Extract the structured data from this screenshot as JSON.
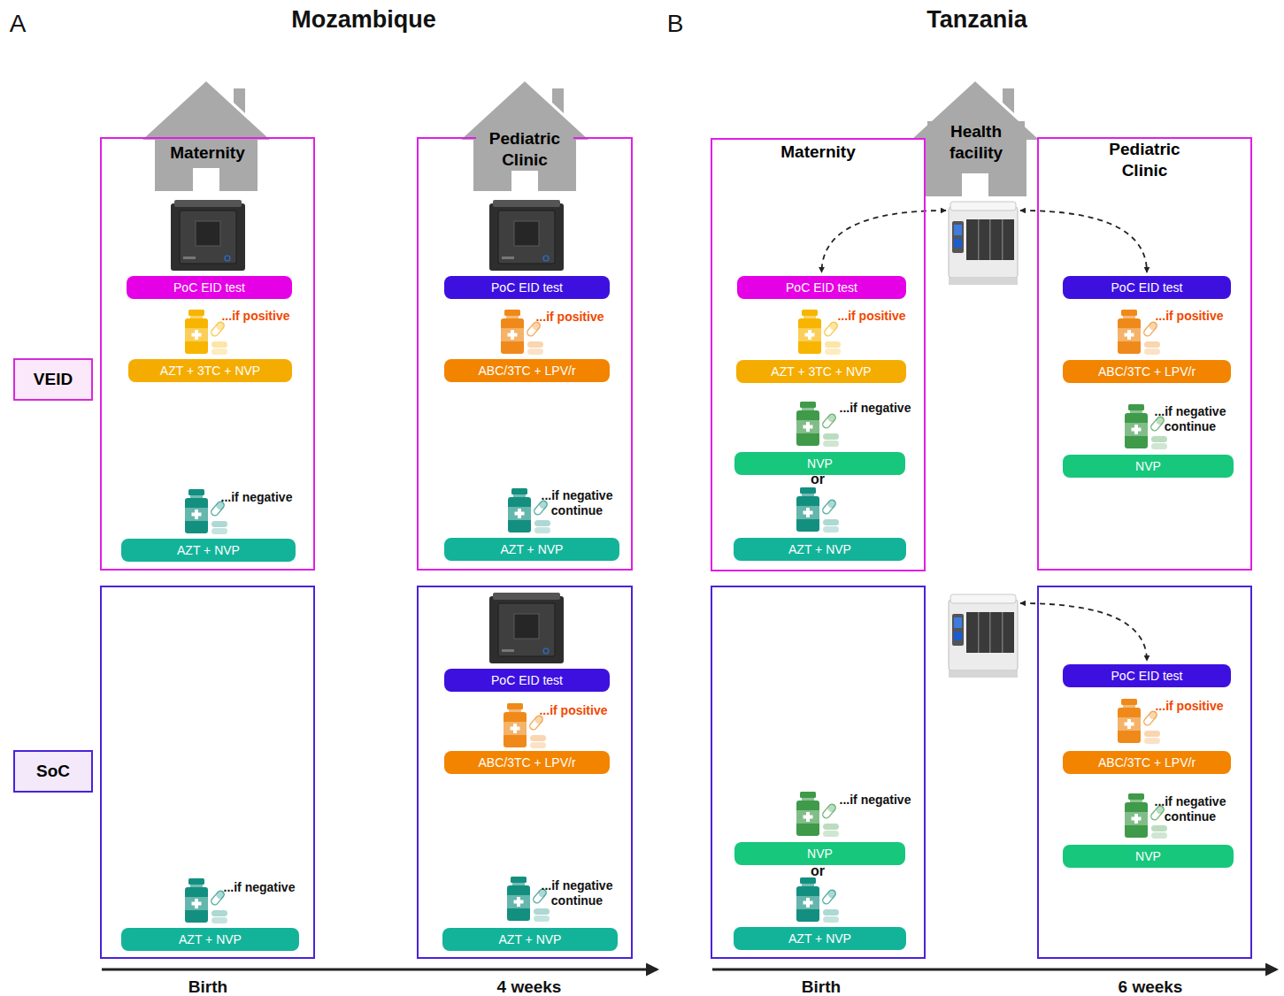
{
  "diagram": {
    "nodes": [
      {
        "text": [
          "VEID"
        ]
      },
      {
        "text": [
          "SoC"
        ]
      },
      {
        "text": [
          "Maternity"
        ]
      },
      {
        "text": [
          "PoC EID test"
        ],
        "in": 2
      },
      {
        "text": [
          "AZT + 3TC + NVP"
        ],
        "in": 2
      },
      {
        "text": [
          "AZT + NVP"
        ],
        "in": 2
      },
      {
        "text": [
          "Pediatric Clinic"
        ]
      },
      {
        "text": [
          "PoC EID test"
        ],
        "in": 6
      },
      {
        "text": [
          "ABC/3TC + LPV/r"
        ],
        "in": 6
      },
      {
        "text": [
          "AZT + NVP"
        ],
        "in": 6
      },
      {
        "text": []
      },
      {
        "text": [
          "AZT + NVP"
        ],
        "in": 10
      },
      {
        "text": []
      },
      {
        "text": [
          "PoC EID test"
        ],
        "in": 12
      },
      {
        "text": [
          "ABC/3TC + LPV/r"
        ],
        "in": 12
      },
      {
        "text": [
          "AZT + NVP"
        ],
        "in": 12
      },
      {
        "text": [
          "Maternity"
        ]
      },
      {
        "text": [
          "PoC EID test"
        ],
        "in": 16
      },
      {
        "text": [
          "AZT + 3TC + NVP"
        ],
        "in": 16
      },
      {
        "text": [
          "NVP"
        ],
        "in": 16
      },
      {
        "text": [
          "AZT + NVP"
        ],
        "in": 16
      },
      {
        "text": [
          "Health facility"
        ]
      },
      {
        "text": []
      },
      {
        "text": [
          "Pediatric Clinic"
        ]
      },
      {
        "text": [
          "PoC EID test"
        ],
        "in": 23
      },
      {
        "text": [
          "ABC/3TC + LPV/r"
        ],
        "in": 23
      },
      {
        "text": [
          "NVP"
        ],
        "in": 23
      },
      {
        "text": []
      },
      {
        "text": [
          "NVP"
        ],
        "in": 27
      },
      {
        "text": [
          "AZT + NVP"
        ],
        "in": 27
      },
      {
        "text": []
      },
      {
        "text": []
      },
      {
        "text": [
          "PoC EID test"
        ],
        "in": 31
      },
      {
        "text": [
          "ABC/3TC + LPV/r"
        ],
        "in": 31
      },
      {
        "text": [
          "NVP"
        ],
        "in": 31
      }
    ],
    "edges": [
      {
        "from": 22,
        "to": 17,
        "arrow": "both"
      },
      {
        "from": 22,
        "to": 24,
        "arrow": "both"
      },
      {
        "from": 30,
        "to": 32,
        "arrow": "both"
      }
    ],
    "labels": [
      "A",
      "Mozambique",
      "B",
      "Tanzania",
      "...if positive",
      "...if negative",
      "...if positive",
      "...if negative continue",
      "...if positive",
      "...if negative",
      "or",
      "...if positive",
      "...if negative continue",
      "...if negative",
      "...if positive",
      "...if negative continue",
      "...if negative",
      "or",
      "...if positive",
      "...if negative continue",
      "Birth",
      "4 weeks",
      "Birth",
      "6 weeks"
    ]
  }
}
